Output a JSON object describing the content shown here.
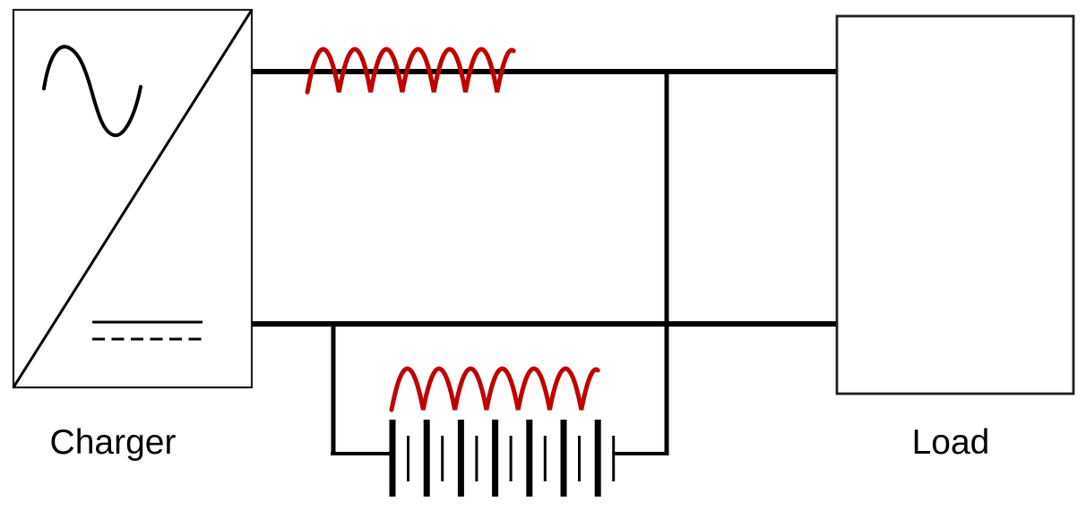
{
  "colors": {
    "background": "#ffffff",
    "wire": "#000000",
    "box_outline": "#1f1f1f",
    "coil": "#c00000",
    "label_text": "#000000"
  },
  "charger": {
    "label": "Charger",
    "symbol": "ac-dc-converter"
  },
  "load": {
    "label": "Load"
  },
  "top_inductor": {
    "type": "inductor-coil",
    "turns": 7,
    "color": "#c00000"
  },
  "battery_branch": {
    "battery": {
      "type": "multi-cell-battery",
      "cells": 7
    },
    "inductor": {
      "type": "inductor-coil",
      "turns": 7,
      "color": "#c00000"
    }
  }
}
